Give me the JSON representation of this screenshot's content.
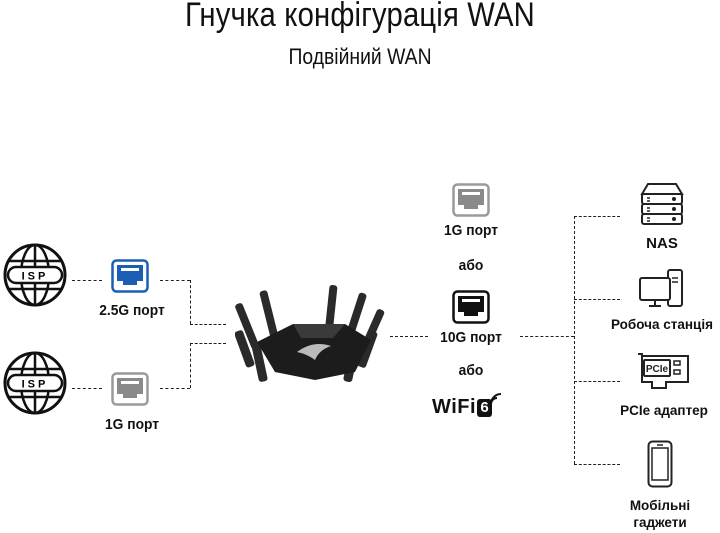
{
  "header": {
    "title": "Гнучка конфігурація WAN",
    "subtitle": "Подвійний WAN"
  },
  "wan_inputs": [
    {
      "isp_label": "ISP",
      "port_label": "2.5G порт",
      "port_color": "#1a5fb4"
    },
    {
      "isp_label": "ISP",
      "port_label": "1G порт",
      "port_color": "#8a8a8a"
    }
  ],
  "router": {
    "name": "router-image"
  },
  "lan_options": {
    "option1": "1G порт",
    "or1": "або",
    "option2": "10G порт",
    "or2": "або",
    "wifi_label": "WiFi",
    "wifi_version": "6"
  },
  "devices": [
    {
      "label": "NAS"
    },
    {
      "label": "Робоча станція"
    },
    {
      "label": "PCIe адаптер",
      "card_text": "PCIe"
    },
    {
      "label": "Мобільні\nгаджети",
      "line1": "Мобільні",
      "line2": "гаджети"
    }
  ],
  "colors": {
    "accent_blue": "#1a5fb4",
    "port_gray": "#8a8a8a",
    "line": "#222222"
  }
}
